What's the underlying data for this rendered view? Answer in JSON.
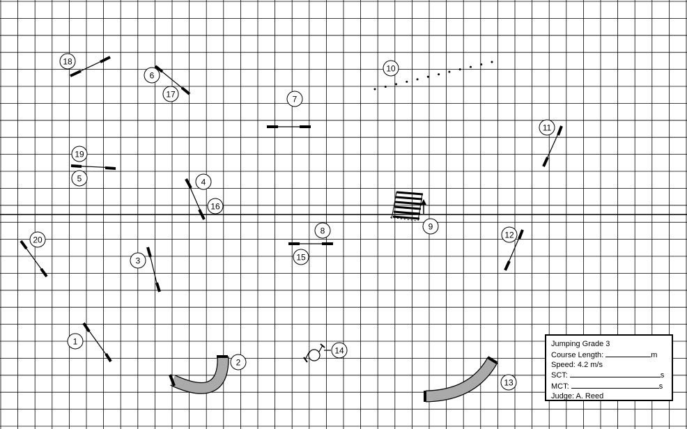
{
  "obstacle_numbers": [
    "1",
    "2",
    "3",
    "4",
    "5",
    "6",
    "7",
    "8",
    "9",
    "10",
    "11",
    "12",
    "13",
    "14",
    "15",
    "16",
    "17",
    "18",
    "19",
    "20"
  ],
  "info": {
    "title": "Jumping Grade 3",
    "course_length_label": "Course Length:",
    "course_length_unit": "m",
    "speed": "Speed: 4.2 m/s",
    "sct_label": "SCT:",
    "sct_unit": "s",
    "mct_label": "MCT:",
    "mct_unit": "s",
    "judge": "Judge: A. Reed"
  },
  "colors": {
    "tunnel_fill": "#aaaaaa",
    "grid_line": "#000000"
  }
}
